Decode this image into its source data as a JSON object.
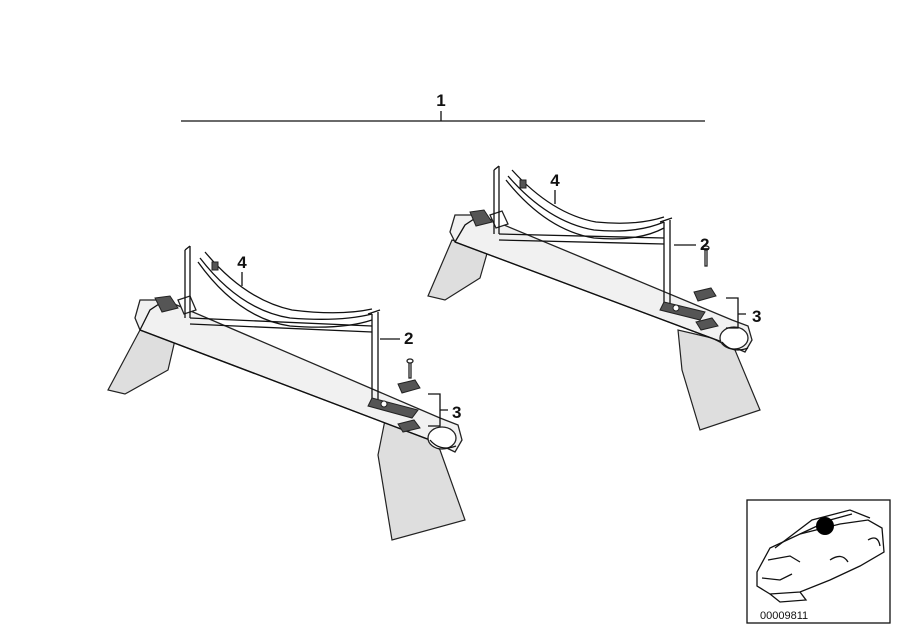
{
  "callouts": {
    "assembly": "1",
    "holder_left": "2",
    "holder_right": "2",
    "fixings_left": "3",
    "fixings_right": "3",
    "carrier_left": "4",
    "carrier_right": "4"
  },
  "inset": {
    "part_number": "00009811"
  },
  "colors": {
    "line": "#111111",
    "fill": "#f1f1f1",
    "marker": "#000000"
  }
}
